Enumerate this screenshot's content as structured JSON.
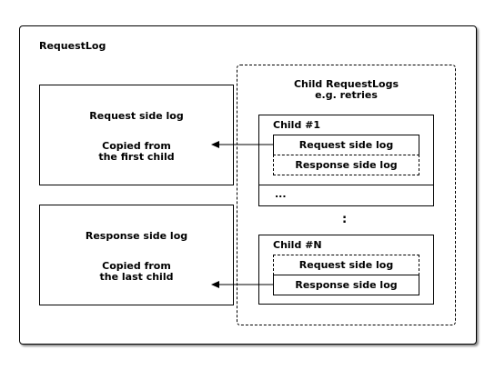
{
  "outer": {
    "title": "RequestLog"
  },
  "left": {
    "request_box": {
      "title": "Request side log",
      "note_line1": "Copied from",
      "note_line2": "the first child"
    },
    "response_box": {
      "title": "Response side log",
      "note_line1": "Copied from",
      "note_line2": "the last child"
    }
  },
  "group": {
    "title_line1": "Child RequestLogs",
    "title_line2": "e.g. retries",
    "child_first": {
      "label": "Child #1",
      "request_log": "Request side log",
      "response_log": "Response side log"
    },
    "more_children": "...",
    "vertical_ellipsis": ":",
    "child_last": {
      "label": "Child #N",
      "request_log": "Request side log",
      "response_log": "Response side log"
    }
  }
}
